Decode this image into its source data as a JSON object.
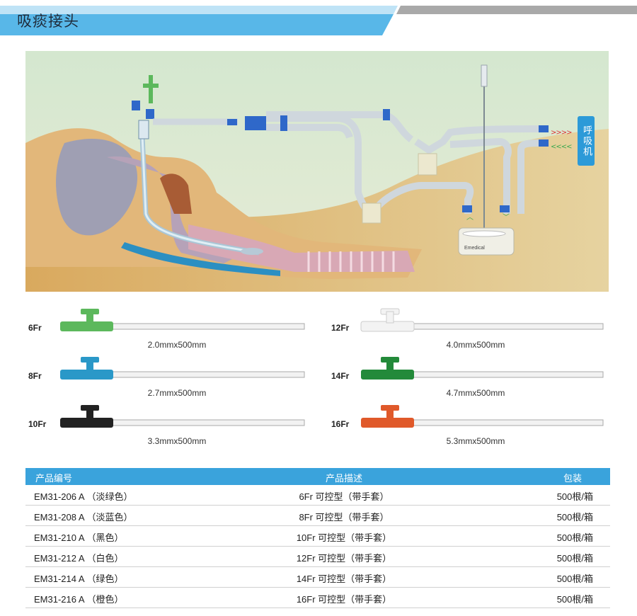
{
  "header": {
    "title": "吸痰接头"
  },
  "diagram": {
    "ventilator_label": "呼吸机",
    "brand_label": "Emedical"
  },
  "catheters": [
    {
      "size": "6Fr",
      "dimension": "2.0mmx500mm",
      "color": "#5cb85c"
    },
    {
      "size": "8Fr",
      "dimension": "2.7mmx500mm",
      "color": "#2a98c8"
    },
    {
      "size": "10Fr",
      "dimension": "3.3mmx500mm",
      "color": "#222222"
    },
    {
      "size": "12Fr",
      "dimension": "4.0mmx500mm",
      "color": "#eeeeee"
    },
    {
      "size": "14Fr",
      "dimension": "4.7mmx500mm",
      "color": "#238a3a"
    },
    {
      "size": "16Fr",
      "dimension": "5.3mmx500mm",
      "color": "#e0592a"
    }
  ],
  "table": {
    "headers": [
      "产品编号",
      "产品描述",
      "包装"
    ],
    "rows": [
      [
        "EM31-206 A （淡绿色）",
        "6Fr  可控型（带手套）",
        "500根/箱"
      ],
      [
        "EM31-208 A （淡蓝色）",
        "8Fr  可控型（带手套）",
        "500根/箱"
      ],
      [
        "EM31-210 A （黑色）",
        "10Fr  可控型（带手套）",
        "500根/箱"
      ],
      [
        "EM31-212 A （白色）",
        "12Fr  可控型（带手套）",
        "500根/箱"
      ],
      [
        "EM31-214 A （绿色）",
        "14Fr  可控型（带手套）",
        "500根/箱"
      ],
      [
        "EM31-216 A （橙色）",
        "16Fr  可控型（带手套）",
        "500根/箱"
      ]
    ]
  },
  "colors": {
    "accent": "#3aa3dc",
    "header_grey": "#a9a9a9"
  }
}
